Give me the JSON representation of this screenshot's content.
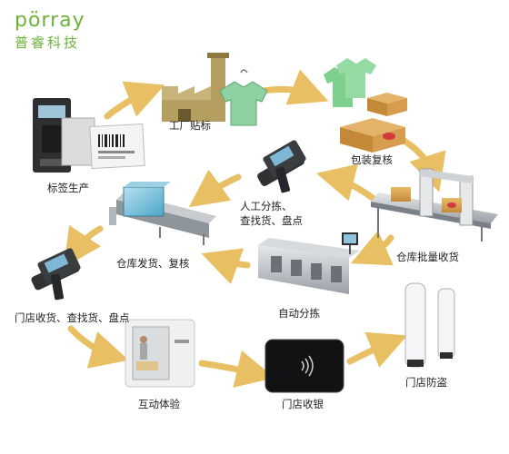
{
  "brand": {
    "mark": "pörray",
    "name": "普睿科技"
  },
  "steps": [
    {
      "id": "label-production",
      "label": "标签生产"
    },
    {
      "id": "factory-tagging",
      "label": "工厂贴标"
    },
    {
      "id": "packing-recheck",
      "label": "包装复核"
    },
    {
      "id": "warehouse-bulk-receive",
      "label": "仓库批量收货"
    },
    {
      "id": "manual-sorting",
      "label": "人工分拣、",
      "label2": "查找货、盘点"
    },
    {
      "id": "warehouse-ship-recheck",
      "label": "仓库发货、复核"
    },
    {
      "id": "auto-sorting",
      "label": "自动分拣"
    },
    {
      "id": "store-receive",
      "label": "门店收货、查找货、盘点"
    },
    {
      "id": "interactive-experience",
      "label": "互动体验"
    },
    {
      "id": "store-checkout",
      "label": "门店收银"
    },
    {
      "id": "store-anti-theft",
      "label": "门店防盗"
    }
  ],
  "colors": {
    "brand": "#6db23a",
    "arrow": "#e8bf62",
    "text": "#222222"
  }
}
